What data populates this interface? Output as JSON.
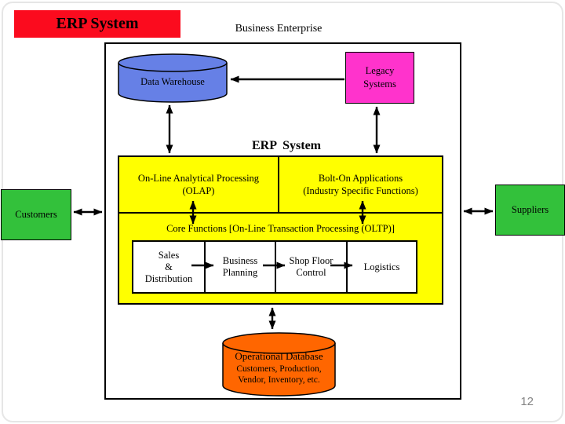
{
  "slide": {
    "title": "ERP System",
    "enterprise_label": "Business Enterprise",
    "erp_system_label": "ERP  System",
    "page_number": "12"
  },
  "nodes": {
    "data_warehouse": {
      "label": "Data Warehouse"
    },
    "legacy_systems": {
      "label": "Legacy\nSystems"
    },
    "olap": {
      "label": "On-Line Analytical Processing\n(OLAP)"
    },
    "bolt_on": {
      "label": "Bolt-On Applications\n(Industry Specific Functions)"
    },
    "core_functions": {
      "label": "Core Functions [On-Line Transaction Processing (OLTP)]"
    },
    "sales_distribution": {
      "label": "Sales\n&\nDistribution"
    },
    "business_planning": {
      "label": "Business\nPlanning"
    },
    "shop_floor_control": {
      "label": "Shop Floor\nControl"
    },
    "logistics": {
      "label": "Logistics"
    },
    "operational_database": {
      "title": "Operational Database",
      "subtitle": "Customers, Production,\nVendor, Inventory, etc."
    },
    "customers": {
      "label": "Customers"
    },
    "suppliers": {
      "label": "Suppliers"
    }
  },
  "colors": {
    "title_box": "#FB0B1E",
    "data_warehouse_cylinder": "#6680E6",
    "legacy_systems_box": "#FF33CC",
    "erp_yellow_box": "#FFFF00",
    "customers_suppliers_boxes": "#33C13B",
    "operational_database_cylinder": "#FF6600",
    "page_number": "#848484"
  }
}
